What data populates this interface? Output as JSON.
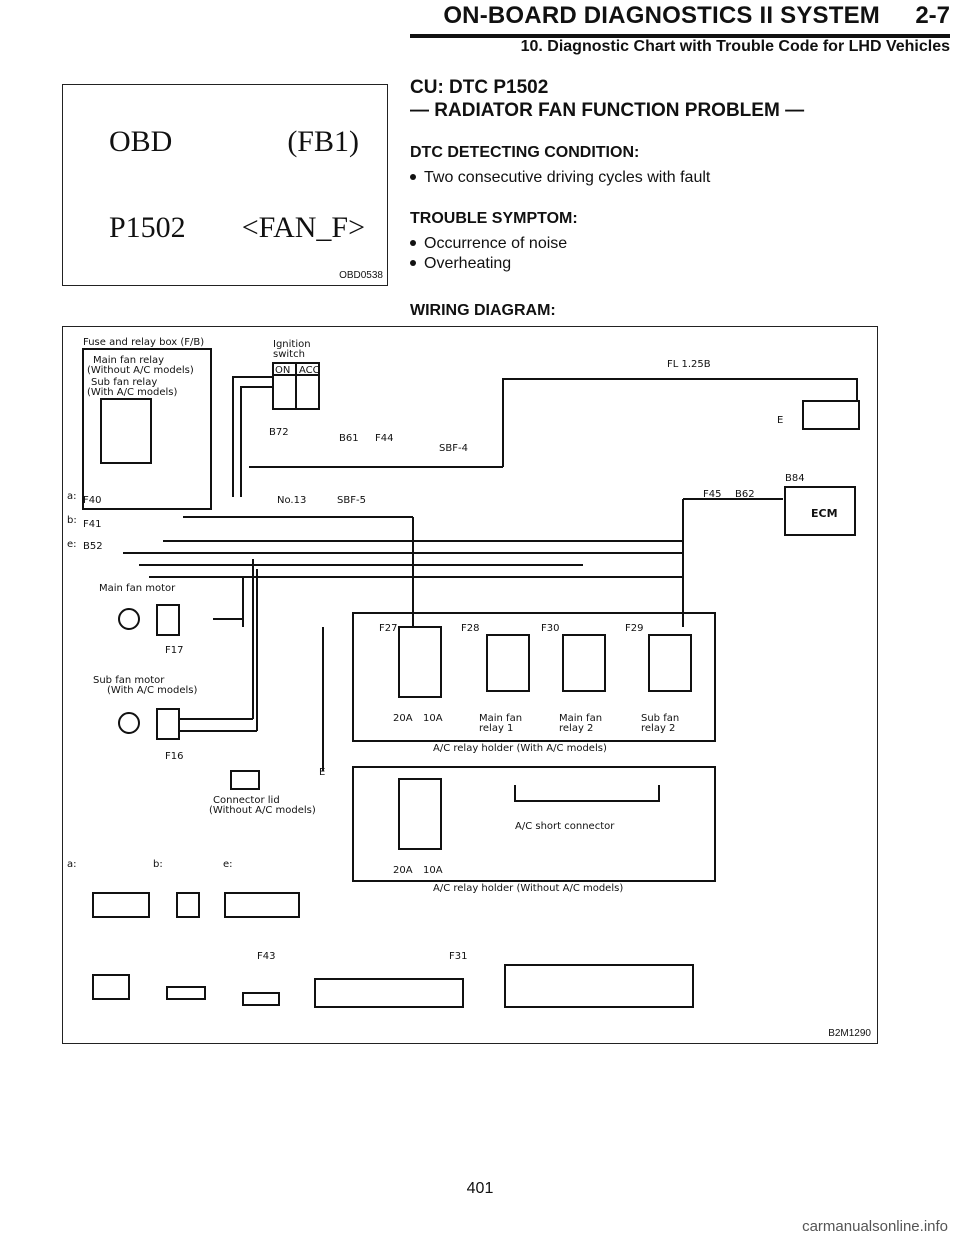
{
  "header": {
    "title": "ON-BOARD DIAGNOSTICS II SYSTEM",
    "section_number": "2-7",
    "subtitle": "10. Diagnostic Chart with Trouble Code for LHD Vehicles"
  },
  "obd_display": {
    "line1_left": "OBD",
    "line1_right": "(FB1)",
    "line2_left": "P1502",
    "line2_right": "<FAN_F>",
    "figure_code": "OBD0538"
  },
  "dtc": {
    "title_line1": "CU:  DTC P1502",
    "title_line2": "— RADIATOR FAN FUNCTION PROBLEM —",
    "detecting_heading": "DTC DETECTING CONDITION:",
    "detecting_items": [
      "Two consecutive driving cycles with fault"
    ],
    "symptom_heading": "TROUBLE SYMPTOM:",
    "symptom_items": [
      "Occurrence of noise",
      "Overheating"
    ],
    "wiring_heading": "WIRING DIAGRAM:"
  },
  "diagram": {
    "figure_code": "B2M1290",
    "labels": {
      "fuse_box": "Fuse and relay box (F/B)",
      "main_fan_relay": "Main fan relay",
      "without_ac": "(Without A/C models)",
      "sub_fan_relay": "Sub fan relay",
      "with_ac": "(With A/C models)",
      "ignition": "Ignition",
      "switch": "switch",
      "on": "ON",
      "acc": "ACC",
      "fl": "FL 1.25B",
      "sbf4": "SBF-4",
      "sbf5": "SBF-5",
      "no13": "No.13",
      "ecm": "ECM",
      "main_fan_motor": "Main fan motor",
      "sub_fan_motor": "Sub fan motor",
      "with_ac2": "(With A/C models)",
      "connector_lid": "Connector lid",
      "without_ac2": "(Without A/C models)",
      "amp20": "20A",
      "amp10": "10A",
      "main_fan_relay1a": "Main fan",
      "main_fan_relay1b": "relay 1",
      "main_fan_relay2a": "Main fan",
      "main_fan_relay2b": "relay 2",
      "sub_fan_relay2a": "Sub fan",
      "sub_fan_relay2b": "relay 2",
      "ac_holder_with": "A/C relay holder (With A/C models)",
      "ac_short": "A/C short connector",
      "ac_holder_without": "A/C relay holder (Without A/C models)",
      "a": "a:",
      "b": "b:",
      "e": "e:",
      "e_ground": "E"
    },
    "connectors": [
      "F40",
      "F41",
      "B52",
      "B72",
      "B61",
      "F44",
      "F45",
      "B62",
      "B84",
      "F17",
      "F16",
      "F27",
      "F28",
      "F30",
      "F29",
      "F43",
      "F31"
    ]
  },
  "footer": {
    "page_number": "401",
    "watermark": "carmanualsonline.info"
  }
}
